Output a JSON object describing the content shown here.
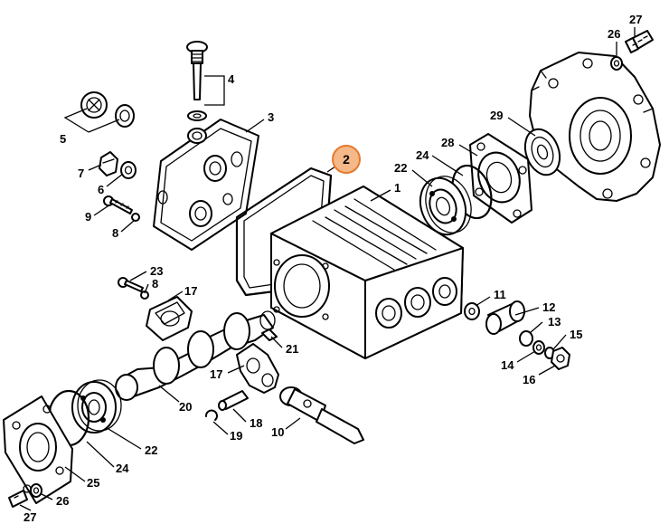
{
  "diagram": {
    "highlight_color": "#f5b888",
    "highlight_stroke": "#e57a2c",
    "highlighted_part": "2",
    "callouts": {
      "c1": "1",
      "c2": "2",
      "c3": "3",
      "c4": "4",
      "c5": "5",
      "c6": "6",
      "c7": "7",
      "c8a": "8",
      "c8b": "8",
      "c9": "9",
      "c10": "10",
      "c11": "11",
      "c12": "12",
      "c13": "13",
      "c14": "14",
      "c15": "15",
      "c16": "16",
      "c17a": "17",
      "c17b": "17",
      "c18": "18",
      "c19": "19",
      "c20": "20",
      "c21": "21",
      "c22a": "22",
      "c22b": "22",
      "c23": "23",
      "c24a": "24",
      "c24b": "24",
      "c25": "25",
      "c26a": "26",
      "c26b": "26",
      "c27a": "27",
      "c27b": "27",
      "c28": "28",
      "c29": "29"
    }
  }
}
